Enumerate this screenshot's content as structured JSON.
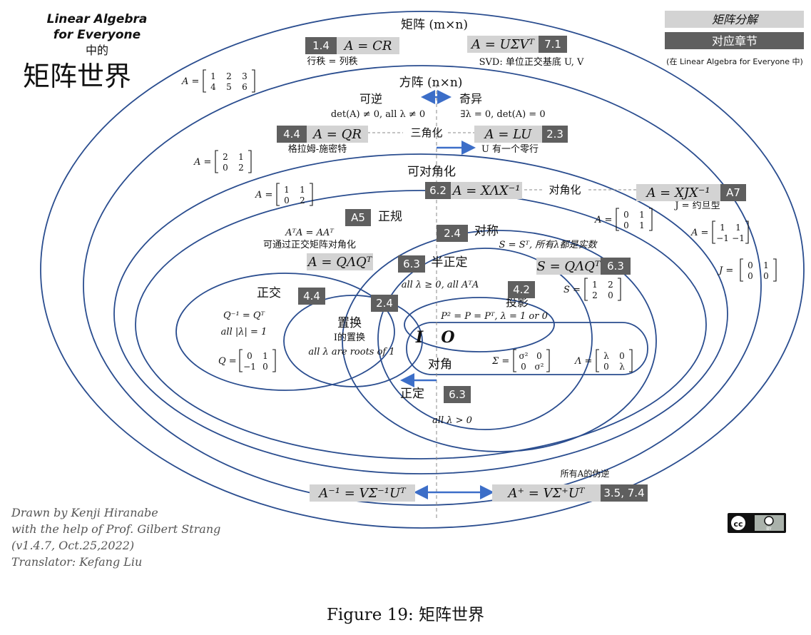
{
  "title": {
    "line1": "Linear Algebra",
    "line2": "for Everyone",
    "line3": "中的",
    "main": "矩阵世界"
  },
  "legend": {
    "decomp": "矩阵分解",
    "chapter": "对应章节",
    "note": "(在 Linear Algebra for Everyone 中)"
  },
  "credits": [
    "Drawn by Kenji Hiranabe",
    "with the help of Prof. Gilbert Strang",
    "(v1.4.7, Oct.25,2022)",
    "Translator: Kefang Liu"
  ],
  "caption": "Figure 19: 矩阵世界",
  "colors": {
    "ellipse": "#2a4d8f",
    "tag_dark": "#5f5f5f",
    "formula_bg": "#d3d3d3",
    "arrow": "#3c6ec8"
  },
  "regions": {
    "mxn": "矩阵 (m×n)",
    "nxn": "方阵 (n×n)",
    "invertible": "可逆",
    "singular": "奇异",
    "invertible_cond": "det(A) ≠ 0, all λ ≠ 0",
    "singular_cond": "∃λ = 0, det(A) = 0",
    "triangular": "三角化",
    "u_zero_row": "U 有一个零行",
    "diagonalizable": "可对角化",
    "diagonalize": "对角化",
    "normal": "正规",
    "normal_cond": "AᵀA = AAᵀ",
    "normal_desc": "可通过正交矩阵对角化",
    "symmetric": "对称",
    "symmetric_cond": "S = Sᵀ, 所有λ都是实数",
    "semidefinite": "半正定",
    "semidefinite_cond": "all λ ≥ 0, all AᵀA",
    "projection": "投影",
    "projection_cond": "P² = P = Pᵀ, λ = 1 or 0",
    "orthogonal": "正交",
    "orthogonal_cond1": "Q⁻¹ = Qᵀ",
    "orthogonal_cond2": "all |λ| = 1",
    "permutation": "置换",
    "permutation_sub": "I的置换",
    "permutation_cond": "all λ are roots of 1",
    "identity": "I",
    "zero": "O",
    "diagonal": "对角",
    "posdef": "正定",
    "posdef_cond": "all λ > 0",
    "pseudo_note": "所有A的伪逆",
    "svd_note": "SVD: 单位正交基底 U, V",
    "rank_note": "行秩 = 列秩",
    "gram_schmidt": "格拉姆-施密特",
    "jordan_note": "J = 约旦型"
  },
  "formulas": {
    "cr": "A = CR",
    "svd": "A = UΣVᵀ",
    "qr": "A = QR",
    "lu": "A = LU",
    "xlx": "A = XΛX⁻¹",
    "xjx": "A = XJX⁻¹",
    "qlq": "A = QΛQᵀ",
    "sqlq": "S = QΛQᵀ",
    "inv": "A⁻¹ = VΣ⁻¹Uᵀ",
    "pinv": "A⁺ = VΣ⁺Uᵀ"
  },
  "tags": {
    "cr": "1.4",
    "svd": "7.1",
    "qr": "4.4",
    "lu": "2.3",
    "xlx": "6.2",
    "xjx": "A7",
    "normal": "A5",
    "symmetric": "2.4",
    "semidef": "6.3",
    "sqlq": "6.3",
    "projection": "4.2",
    "orthogonal": "4.4",
    "permutation": "2.4",
    "posdef": "6.3",
    "pinv": "3.5, 7.4"
  },
  "matrices": {
    "m23": {
      "prefix": "A =",
      "rows": [
        [
          "1",
          "2",
          "3"
        ],
        [
          "4",
          "5",
          "6"
        ]
      ]
    },
    "m_sing": {
      "prefix": "A =",
      "rows": [
        [
          "2",
          "1"
        ],
        [
          "0",
          "2"
        ]
      ]
    },
    "m_diag": {
      "prefix": "A =",
      "rows": [
        [
          "1",
          "1"
        ],
        [
          "0",
          "2"
        ]
      ]
    },
    "m_nilp": {
      "prefix": "A =",
      "rows": [
        [
          "0",
          "1"
        ],
        [
          "0",
          "1"
        ]
      ]
    },
    "m_neg": {
      "prefix": "A =",
      "rows": [
        [
          "1",
          "1"
        ],
        [
          "−1",
          "−1"
        ]
      ]
    },
    "m_jordan": {
      "prefix": "J =",
      "rows": [
        [
          "0",
          "1"
        ],
        [
          "0",
          "0"
        ]
      ]
    },
    "m_s": {
      "prefix": "S =",
      "rows": [
        [
          "1",
          "2"
        ],
        [
          "2",
          "0"
        ]
      ]
    },
    "m_q": {
      "prefix": "Q =",
      "rows": [
        [
          "0",
          "1"
        ],
        [
          "−1",
          "0"
        ]
      ]
    },
    "m_sigma": {
      "prefix": "Σ =",
      "rows": [
        [
          "σ²",
          "0"
        ],
        [
          "0",
          "σ²"
        ]
      ]
    },
    "m_lambda": {
      "prefix": "Λ =",
      "rows": [
        [
          "λ",
          "0"
        ],
        [
          "0",
          "λ"
        ]
      ]
    }
  },
  "license": {
    "cc": "cc",
    "by": "BY"
  }
}
